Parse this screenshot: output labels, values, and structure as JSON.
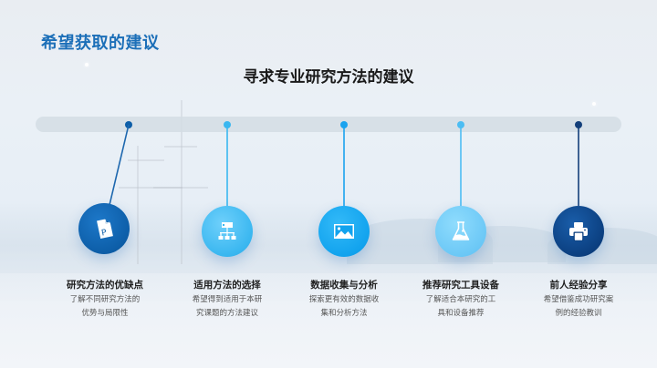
{
  "slide": {
    "title": "希望获取的建议",
    "subtitle": "寻求专业研究方法的建议"
  },
  "colors": {
    "title": "#1c6fb8",
    "dark_blue": "#0d5ea8",
    "navy": "#0b3f80",
    "sky_blue": "#3ab7f0",
    "bright_blue": "#1aa3ef",
    "light_blue": "#6cc8f6",
    "timeline": "#d7dfe6"
  },
  "timeline": {
    "items": [
      {
        "icon": "document-p-icon",
        "title": "研究方法的优缺点",
        "desc_line1": "了解不同研究方法的",
        "desc_line2": "优势与局限性"
      },
      {
        "icon": "hierarchy-icon",
        "title": "适用方法的选择",
        "desc_line1": "希望得到适用于本研",
        "desc_line2": "究课题的方法建议"
      },
      {
        "icon": "image-icon",
        "title": "数据收集与分析",
        "desc_line1": "探索更有效的数据收",
        "desc_line2": "集和分析方法"
      },
      {
        "icon": "flask-icon",
        "title": "推荐研究工具设备",
        "desc_line1": "了解适合本研究的工",
        "desc_line2": "具和设备推荐"
      },
      {
        "icon": "printer-icon",
        "title": "前人经验分享",
        "desc_line1": "希望借鉴成功研究案",
        "desc_line2": "例的经验教训"
      }
    ]
  }
}
